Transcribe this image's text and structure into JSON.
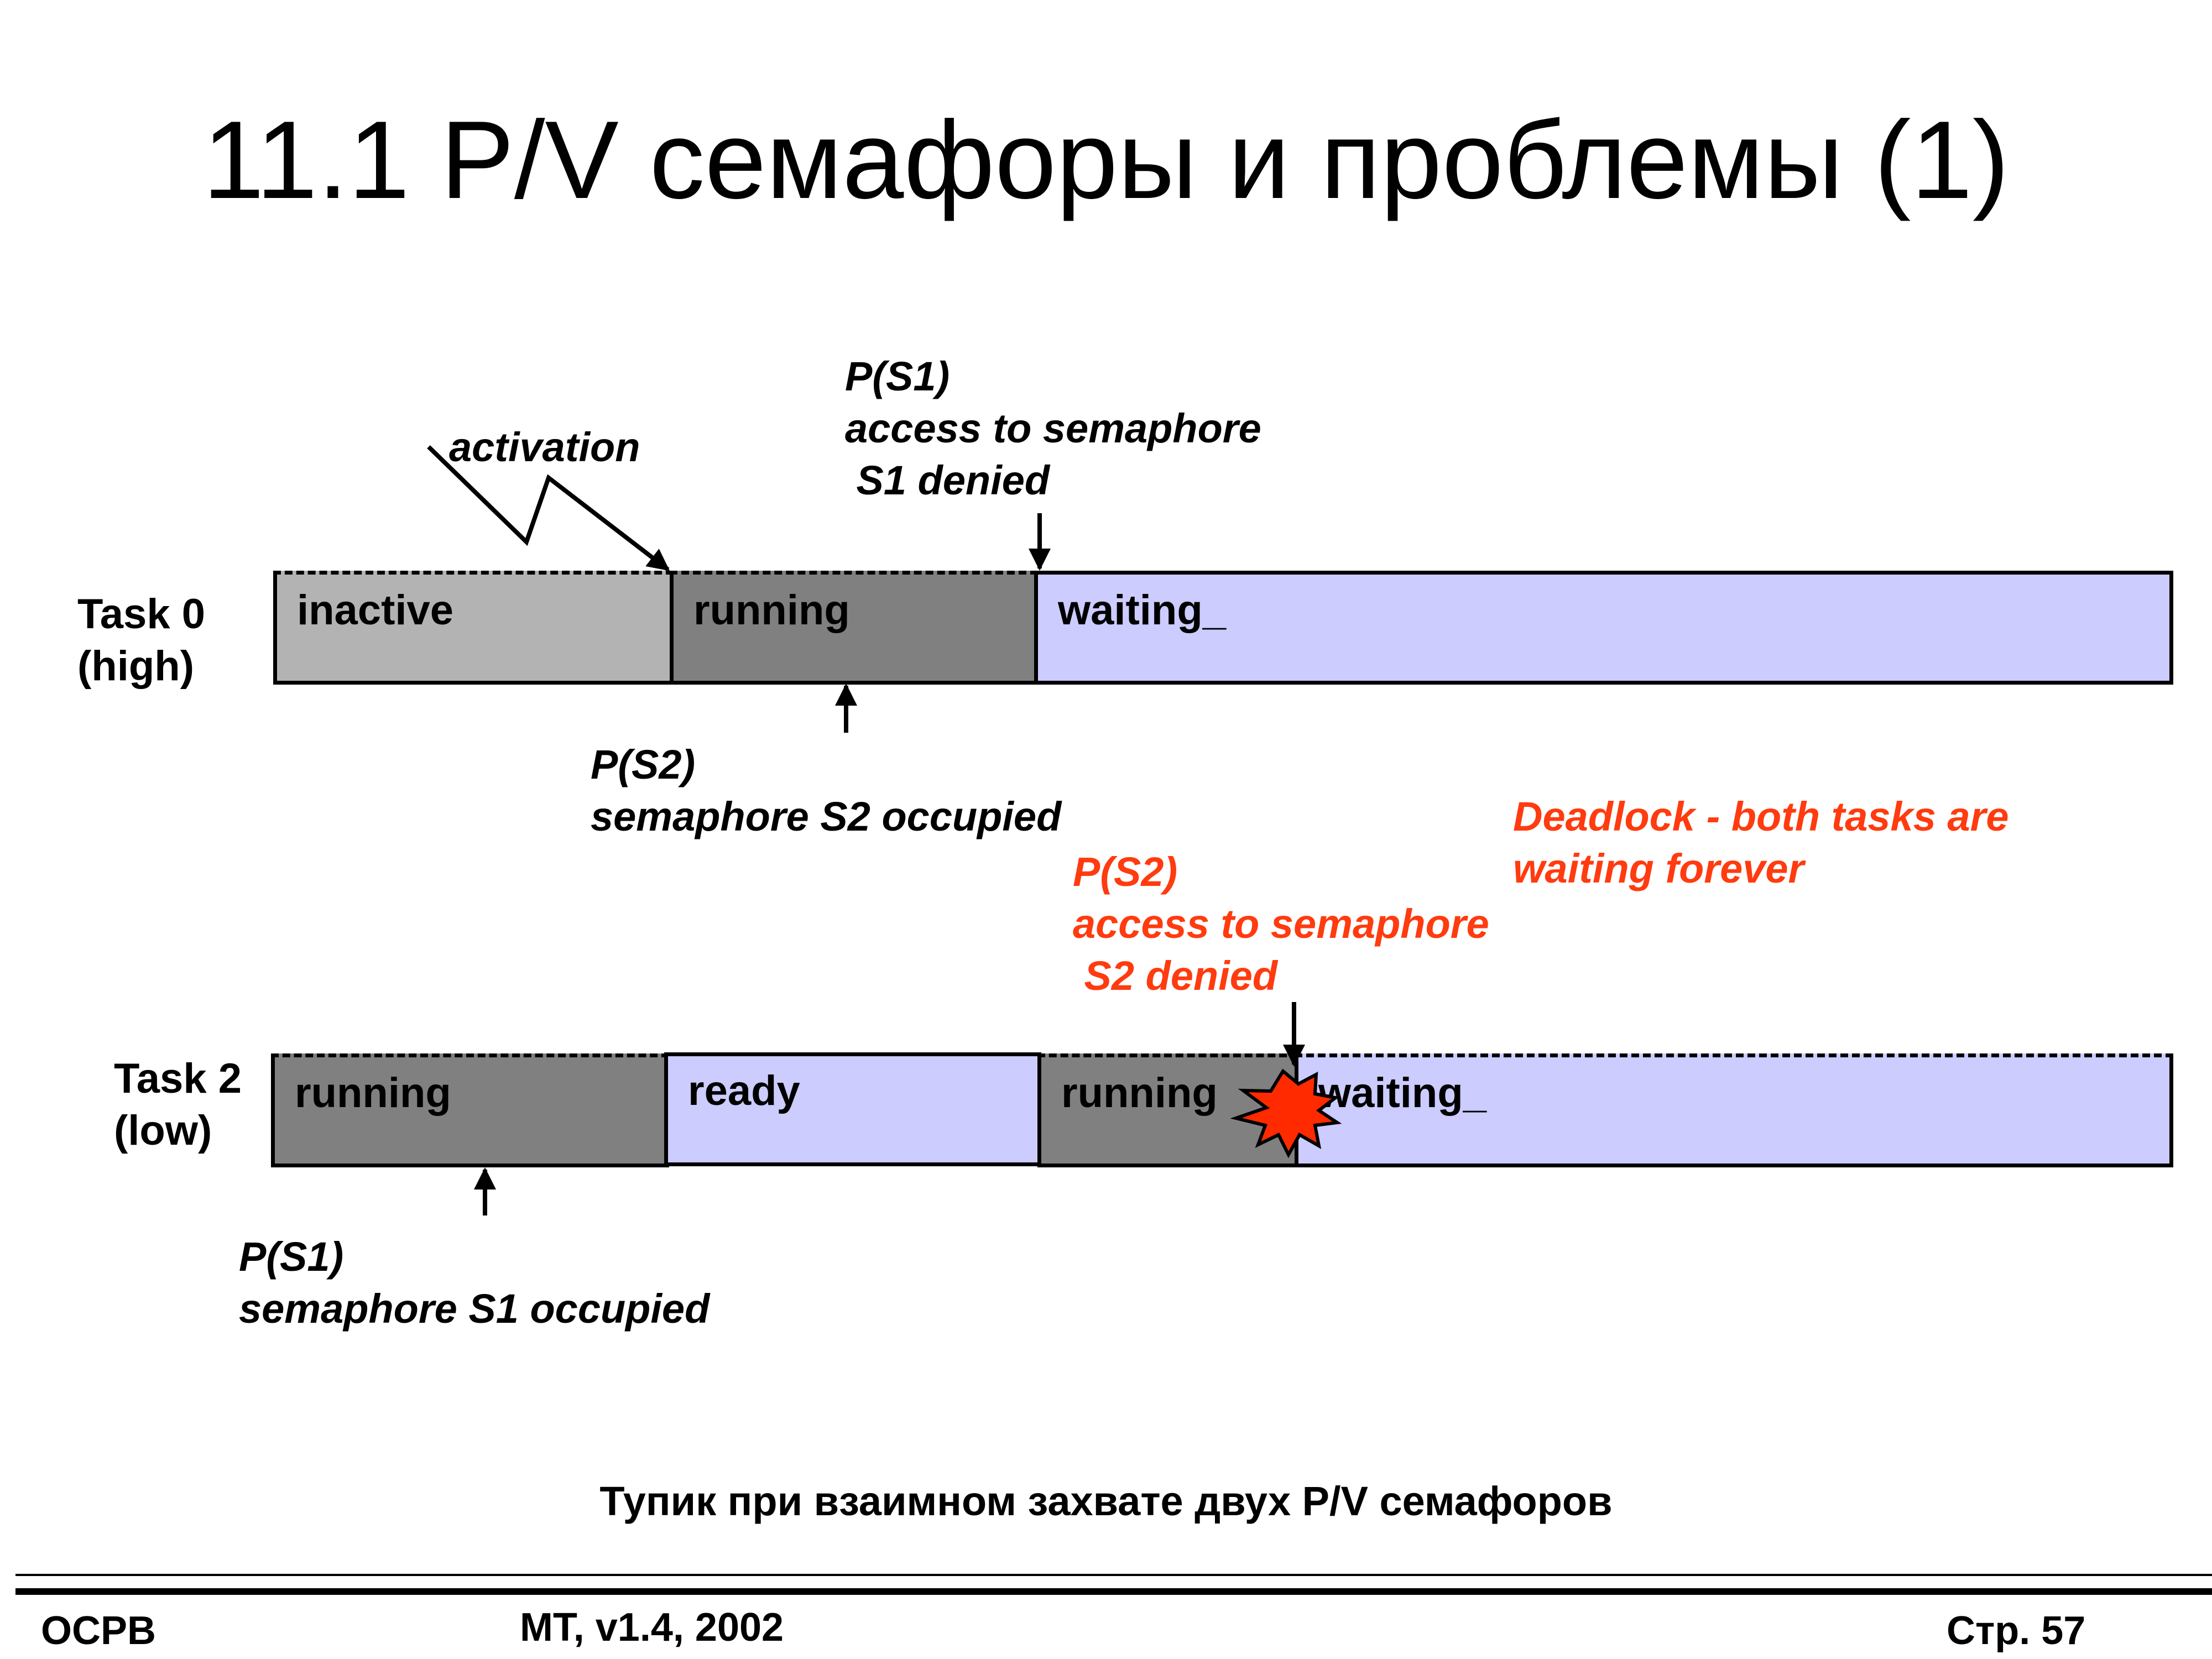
{
  "title": "11.1 P/V семафоры и проблемы (1)",
  "task0": {
    "label_line1": "Task 0",
    "label_line2": "(high)",
    "segments": [
      "inactive",
      "running",
      "waiting_"
    ]
  },
  "task2": {
    "label_line1": "Task 2",
    "label_line2": "(low)",
    "segments": [
      "running",
      "ready",
      "running",
      "waiting_"
    ]
  },
  "annotations": {
    "activation": "activation",
    "p_s1_denied": [
      "P(S1)",
      "access to semaphore",
      " S1 denied"
    ],
    "p_s2_occupied": [
      "P(S2)",
      "semaphore S2 occupied"
    ],
    "p_s2_denied": [
      "P(S2)",
      "access to semaphore",
      " S2 denied"
    ],
    "deadlock": [
      "Deadlock - both tasks are",
      "waiting forever"
    ],
    "p_s1_occupied": [
      "P(S1)",
      "semaphore S1 occupied"
    ]
  },
  "caption": "Тупик при взаимном захвате двух P/V семафоров",
  "footer": {
    "left": "ОСРВ",
    "center": "МТ, v1.4, 2002",
    "right": "Стр. 57"
  },
  "colors": {
    "inactive": "#b3b3b3",
    "running": "#808080",
    "waiting": "#ccccff",
    "ready": "#ccccff",
    "deadlock_text": "#ff3b0f",
    "explosion": "#ff2a00"
  }
}
